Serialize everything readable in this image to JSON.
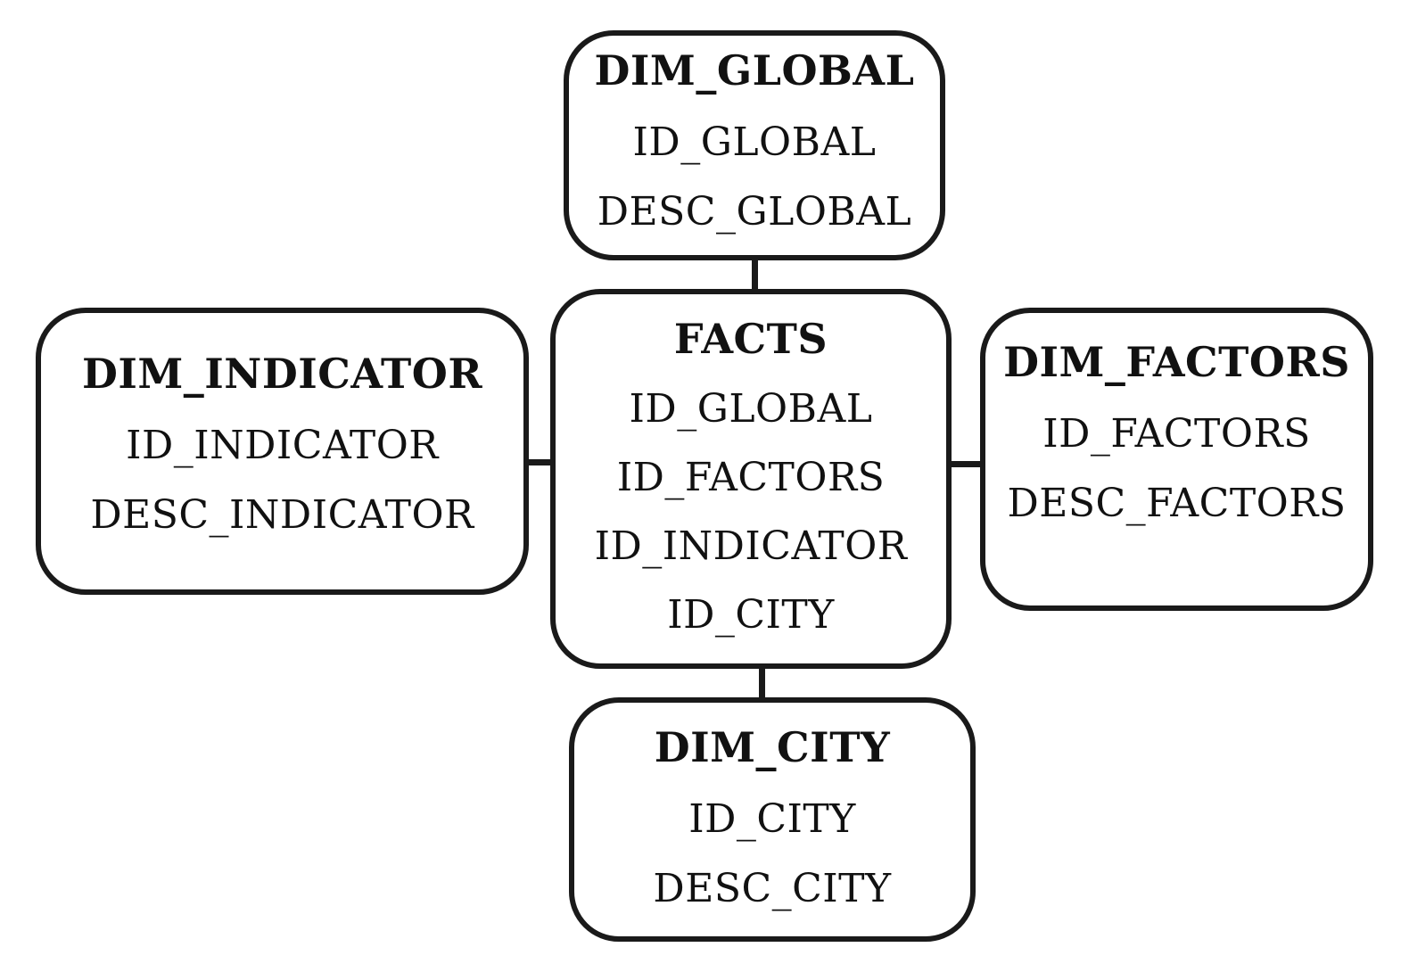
{
  "diagram": {
    "entities": {
      "dim_global": {
        "title": "DIM_GLOBAL",
        "fields": [
          "ID_GLOBAL",
          "DESC_GLOBAL"
        ]
      },
      "facts": {
        "title": "FACTS",
        "fields": [
          "ID_GLOBAL",
          "ID_FACTORS",
          "ID_INDICATOR",
          "ID_CITY"
        ]
      },
      "dim_indicator": {
        "title": "DIM_INDICATOR",
        "fields": [
          "ID_INDICATOR",
          "DESC_INDICATOR"
        ]
      },
      "dim_factors": {
        "title": "DIM_FACTORS",
        "fields": [
          "ID_FACTORS",
          "DESC_FACTORS"
        ]
      },
      "dim_city": {
        "title": "DIM_CITY",
        "fields": [
          "ID_CITY",
          "DESC_CITY"
        ]
      }
    },
    "colors": {
      "border": "#1a1a1a",
      "background": "#ffffff",
      "text": "#111111"
    }
  }
}
